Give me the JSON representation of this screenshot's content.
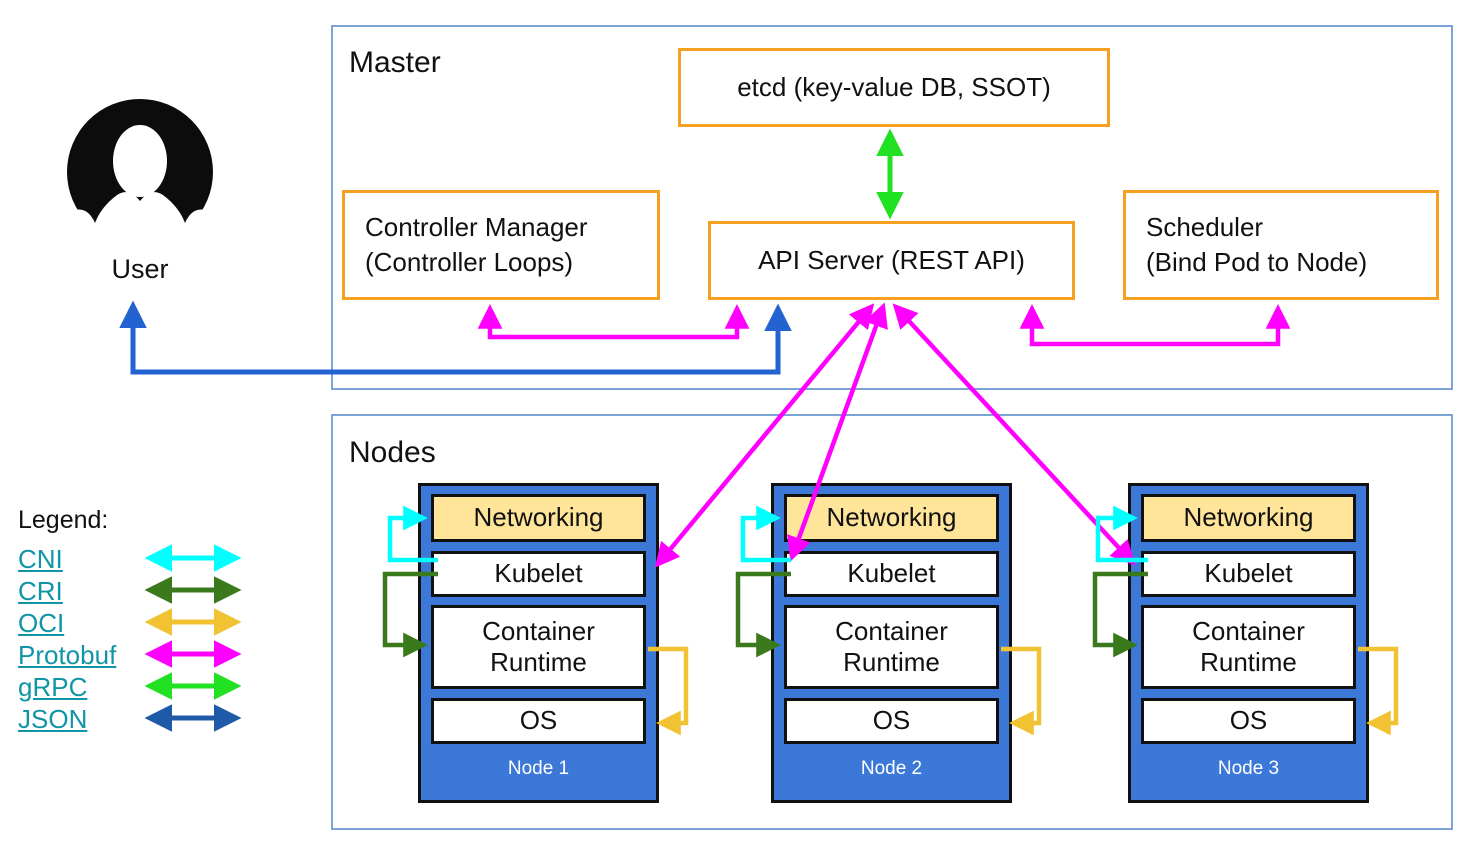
{
  "master": {
    "label": "Master",
    "etcd_label": "etcd (key-value DB, SSOT)",
    "controller_manager": {
      "line1": "Controller Manager",
      "line2": "(Controller Loops)"
    },
    "api_server_label": "API Server (REST API)",
    "scheduler": {
      "line1": "Scheduler",
      "line2": "(Bind Pod to Node)"
    }
  },
  "user": {
    "label": "User"
  },
  "nodes_section": {
    "label": "Nodes"
  },
  "nodes": [
    {
      "networking": "Networking",
      "kubelet": "Kubelet",
      "container_runtime": "Container Runtime",
      "os": "OS",
      "label": "Node 1"
    },
    {
      "networking": "Networking",
      "kubelet": "Kubelet",
      "container_runtime": "Container Runtime",
      "os": "OS",
      "label": "Node 2"
    },
    {
      "networking": "Networking",
      "kubelet": "Kubelet",
      "container_runtime": "Container Runtime",
      "os": "OS",
      "label": "Node 3"
    }
  ],
  "legend": {
    "label": "Legend:",
    "items": [
      {
        "label": "CNI",
        "color": "#00ffff"
      },
      {
        "label": "CRI",
        "color": "#3a7a1d"
      },
      {
        "label": "OCI",
        "color": "#f1c232"
      },
      {
        "label": "Protobuf",
        "color": "#ff00ff"
      },
      {
        "label": "gRPC",
        "color": "#22e022"
      },
      {
        "label": "JSON",
        "color": "#1f5aa8"
      }
    ]
  },
  "colors": {
    "node_fill": "#3c78d8",
    "networking_fill": "#ffe599",
    "component_box_border": "#f5a021",
    "frame_border": "#7ba3d6",
    "legend_link": "#1095a6",
    "user_api_arrow": "#2263d1",
    "api_kubelet_arrow": "#ff00ff",
    "etcd_api_arrow": "#22e022",
    "node_label_text": "#ffffff"
  }
}
